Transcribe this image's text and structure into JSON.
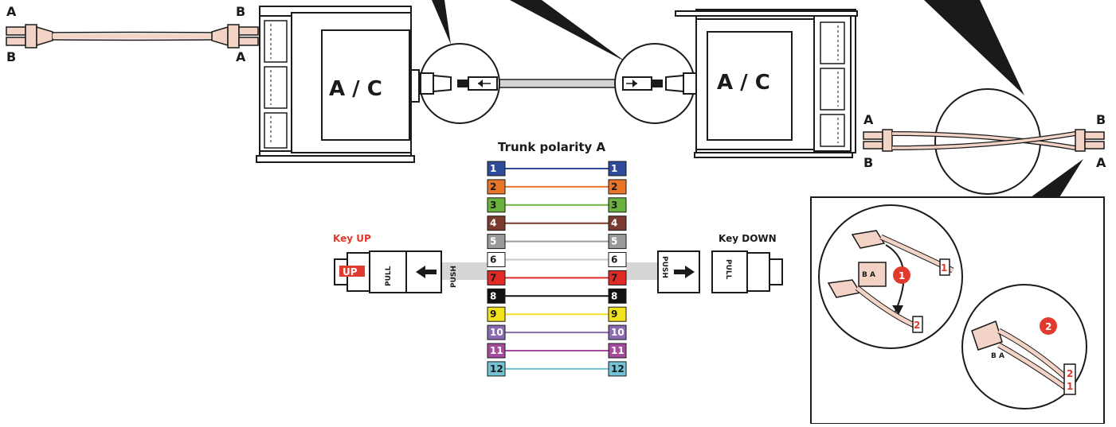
{
  "duplex_cable_left": {
    "top_left": "A",
    "top_right": "B",
    "bottom_left": "B",
    "bottom_right": "A"
  },
  "duplex_cable_right": {
    "top_left": "A",
    "top_right": "B",
    "bottom_left": "B",
    "bottom_right": "A"
  },
  "cassette_left": {
    "label": "A / C"
  },
  "cassette_right": {
    "label": "A / C"
  },
  "diagram": {
    "title": "Trunk polarity A",
    "key_up_label": "Key UP",
    "key_down_label": "Key DOWN",
    "up_badge": "UP",
    "pull": "PULL",
    "push": "PUSH"
  },
  "fibers": [
    {
      "left": "1",
      "right": "1",
      "color": "#2e4a9a",
      "text": "#ffffff"
    },
    {
      "left": "2",
      "right": "2",
      "color": "#e8742a",
      "text": "#1a1a1a"
    },
    {
      "left": "3",
      "right": "3",
      "color": "#6ab23e",
      "text": "#1a1a1a"
    },
    {
      "left": "4",
      "right": "4",
      "color": "#7a3a2e",
      "text": "#ffffff"
    },
    {
      "left": "5",
      "right": "5",
      "color": "#9a9a9a",
      "text": "#ffffff"
    },
    {
      "left": "6",
      "right": "6",
      "color": "#ffffff",
      "text": "#1a1a1a"
    },
    {
      "left": "7",
      "right": "7",
      "color": "#e02a26",
      "text": "#1a1a1a"
    },
    {
      "left": "8",
      "right": "8",
      "color": "#111111",
      "text": "#ffffff"
    },
    {
      "left": "9",
      "right": "9",
      "color": "#f2e21e",
      "text": "#1a1a1a"
    },
    {
      "left": "10",
      "right": "10",
      "color": "#8a6ab0",
      "text": "#ffffff"
    },
    {
      "left": "11",
      "right": "11",
      "color": "#a64a9e",
      "text": "#ffffff"
    },
    {
      "left": "12",
      "right": "12",
      "color": "#74c2d6",
      "text": "#1a1a1a"
    }
  ],
  "inset": {
    "step1": "1",
    "step2": "2",
    "tag1": "1",
    "tag2": "2",
    "ba": "B A"
  },
  "colors": {
    "accent_red": "#e03a2e",
    "fiber_pink": "#f3d3c6",
    "line": "#1a1a1a"
  }
}
